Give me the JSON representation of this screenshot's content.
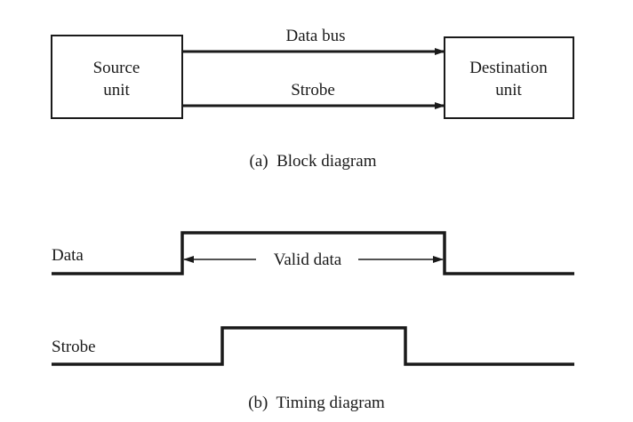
{
  "block_diagram": {
    "source_unit": [
      "Source",
      "unit"
    ],
    "destination_unit": [
      "Destination",
      "unit"
    ],
    "data_bus_label": "Data bus",
    "strobe_label": "Strobe",
    "caption": "(a)  Block diagram"
  },
  "timing_diagram": {
    "data_signal_label": "Data",
    "strobe_signal_label": "Strobe",
    "valid_data_label": "Valid data",
    "caption": "(b)  Timing diagram"
  },
  "colors": {
    "ink": "#1a1a1a",
    "background": "#ffffff"
  }
}
